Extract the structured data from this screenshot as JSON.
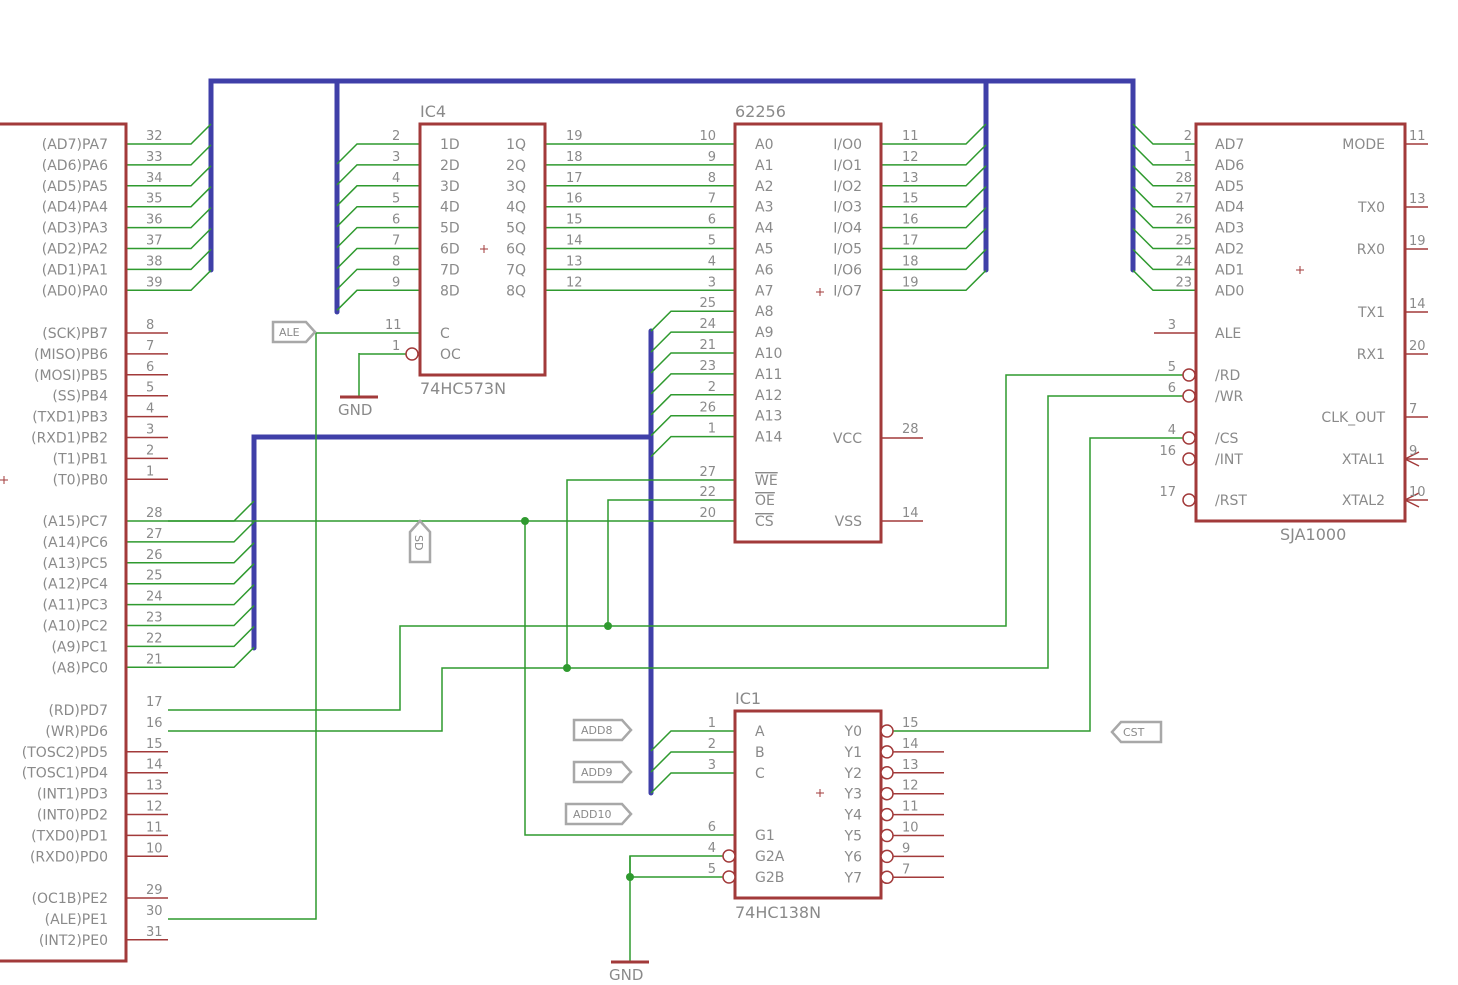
{
  "colors": {
    "wire": "#2f9a2f",
    "bus": "#3f3fa8",
    "body": "#a23a3a",
    "text": "#8a8a8a"
  },
  "mcu": {
    "porta": [
      {
        "label": "(AD7)PA7",
        "pin": "32"
      },
      {
        "label": "(AD6)PA6",
        "pin": "33"
      },
      {
        "label": "(AD5)PA5",
        "pin": "34"
      },
      {
        "label": "(AD4)PA4",
        "pin": "35"
      },
      {
        "label": "(AD3)PA3",
        "pin": "36"
      },
      {
        "label": "(AD2)PA2",
        "pin": "37"
      },
      {
        "label": "(AD1)PA1",
        "pin": "38"
      },
      {
        "label": "(AD0)PA0",
        "pin": "39"
      }
    ],
    "portb": [
      {
        "label": "(SCK)PB7",
        "pin": "8"
      },
      {
        "label": "(MISO)PB6",
        "pin": "7"
      },
      {
        "label": "(MOSI)PB5",
        "pin": "6"
      },
      {
        "label": "(SS)PB4",
        "pin": "5"
      },
      {
        "label": "(TXD1)PB3",
        "pin": "4"
      },
      {
        "label": "(RXD1)PB2",
        "pin": "3"
      },
      {
        "label": "(T1)PB1",
        "pin": "2"
      },
      {
        "label": "(T0)PB0",
        "pin": "1"
      }
    ],
    "portc": [
      {
        "label": "(A15)PC7",
        "pin": "28"
      },
      {
        "label": "(A14)PC6",
        "pin": "27"
      },
      {
        "label": "(A13)PC5",
        "pin": "26"
      },
      {
        "label": "(A12)PC4",
        "pin": "25"
      },
      {
        "label": "(A11)PC3",
        "pin": "24"
      },
      {
        "label": "(A10)PC2",
        "pin": "23"
      },
      {
        "label": "(A9)PC1",
        "pin": "22"
      },
      {
        "label": "(A8)PC0",
        "pin": "21"
      }
    ],
    "portd": [
      {
        "label": "(RD)PD7",
        "pin": "17"
      },
      {
        "label": "(WR)PD6",
        "pin": "16"
      },
      {
        "label": "(TOSC2)PD5",
        "pin": "15"
      },
      {
        "label": "(TOSC1)PD4",
        "pin": "14"
      },
      {
        "label": "(INT1)PD3",
        "pin": "13"
      },
      {
        "label": "(INT0)PD2",
        "pin": "12"
      },
      {
        "label": "(TXD0)PD1",
        "pin": "11"
      },
      {
        "label": "(RXD0)PD0",
        "pin": "10"
      }
    ],
    "porte": [
      {
        "label": "(OC1B)PE2",
        "pin": "29"
      },
      {
        "label": "(ALE)PE1",
        "pin": "30"
      },
      {
        "label": "(INT2)PE0",
        "pin": "31"
      }
    ]
  },
  "ic4": {
    "name": "IC4",
    "value": "74HC573N",
    "d_names": [
      "1D",
      "2D",
      "3D",
      "4D",
      "5D",
      "6D",
      "7D",
      "8D"
    ],
    "d_pins": [
      "2",
      "3",
      "4",
      "5",
      "6",
      "7",
      "8",
      "9"
    ],
    "q_names": [
      "1Q",
      "2Q",
      "3Q",
      "4Q",
      "5Q",
      "6Q",
      "7Q",
      "8Q"
    ],
    "q_pins": [
      "19",
      "18",
      "17",
      "16",
      "15",
      "14",
      "13",
      "12"
    ],
    "c_name": "C",
    "c_pin": "11",
    "oc_name": "OC",
    "oc_pin": "1"
  },
  "sram": {
    "name": "62256",
    "a_names": [
      "A0",
      "A1",
      "A2",
      "A3",
      "A4",
      "A5",
      "A6",
      "A7",
      "A8",
      "A9",
      "A10",
      "A11",
      "A12",
      "A13",
      "A14"
    ],
    "a_pins": [
      "10",
      "9",
      "8",
      "7",
      "6",
      "5",
      "4",
      "3",
      "25",
      "24",
      "21",
      "23",
      "2",
      "26",
      "1"
    ],
    "ctrl_names": [
      "WE",
      "OE",
      "CS"
    ],
    "ctrl_pins": [
      "27",
      "22",
      "20"
    ],
    "io_names": [
      "I/O0",
      "I/O1",
      "I/O2",
      "I/O3",
      "I/O4",
      "I/O5",
      "I/O6",
      "I/O7"
    ],
    "io_pins": [
      "11",
      "12",
      "13",
      "15",
      "16",
      "17",
      "18",
      "19"
    ],
    "vcc_name": "VCC",
    "vcc_pin": "28",
    "vss_name": "VSS",
    "vss_pin": "14"
  },
  "sja": {
    "name": "SJA1000",
    "ad_names": [
      "AD7",
      "AD6",
      "AD5",
      "AD4",
      "AD3",
      "AD2",
      "AD1",
      "AD0"
    ],
    "ad_pins": [
      "2",
      "1",
      "28",
      "27",
      "26",
      "25",
      "24",
      "23"
    ],
    "left": [
      {
        "name": "ALE",
        "pin": "3"
      },
      {
        "name": "/RD",
        "pin": "5"
      },
      {
        "name": "/WR",
        "pin": "6"
      },
      {
        "name": "/CS",
        "pin": "4"
      },
      {
        "name": "/INT",
        "pin": "16"
      },
      {
        "name": "/RST",
        "pin": "17"
      }
    ],
    "right": [
      {
        "name": "MODE",
        "pin": "11"
      },
      {
        "name": "TX0",
        "pin": "13"
      },
      {
        "name": "RX0",
        "pin": "19"
      },
      {
        "name": "TX1",
        "pin": "14"
      },
      {
        "name": "RX1",
        "pin": "20"
      },
      {
        "name": "CLK_OUT",
        "pin": "7"
      },
      {
        "name": "XTAL1",
        "pin": "9"
      },
      {
        "name": "XTAL2",
        "pin": "10"
      }
    ]
  },
  "ic1": {
    "name": "IC1",
    "value": "74HC138N",
    "in_names": [
      "A",
      "B",
      "C"
    ],
    "in_pins": [
      "1",
      "2",
      "3"
    ],
    "g_names": [
      "G1",
      "G2A",
      "G2B"
    ],
    "g_pins": [
      "6",
      "4",
      "5"
    ],
    "y_names": [
      "Y0",
      "Y1",
      "Y2",
      "Y3",
      "Y4",
      "Y5",
      "Y6",
      "Y7"
    ],
    "y_pins": [
      "15",
      "14",
      "13",
      "12",
      "11",
      "10",
      "9",
      "7"
    ]
  },
  "ports": {
    "ale": "ALE",
    "sd": "SD",
    "add8": "ADD8",
    "add9": "ADD9",
    "add10": "ADD10",
    "cst": "CST"
  },
  "power": {
    "gnd1": "GND",
    "gnd2": "GND"
  }
}
